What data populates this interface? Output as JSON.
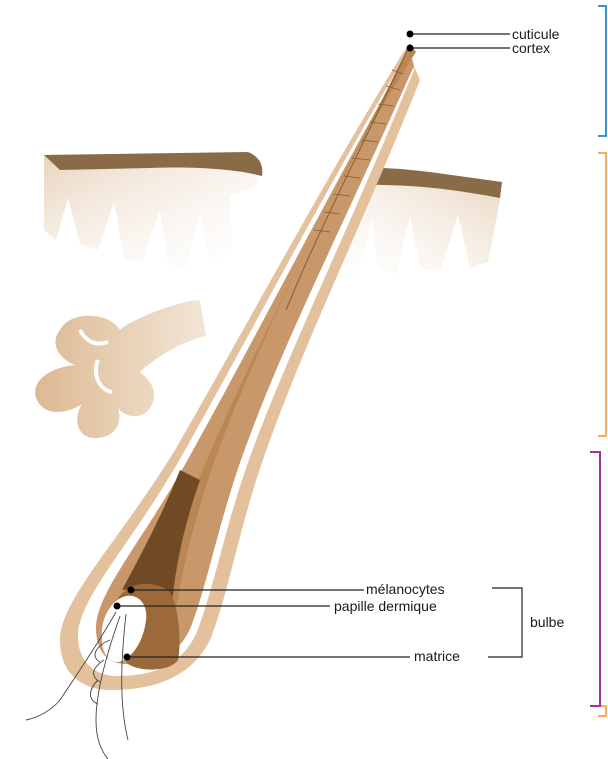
{
  "labels": {
    "cuticle": "cuticule",
    "cortex": "cortex",
    "melanocytes": "mélanocytes",
    "papilla": "papille dermique",
    "matrix": "matrice",
    "bulb": "bulbe"
  },
  "colors": {
    "hair_shaft": "#c49460",
    "hair_dark": "#7a5530",
    "sheath": "#d9b083",
    "skin_light": "#f0e1cf",
    "skin_top": "#8a6b47",
    "gland": "#e0c6a5",
    "blue_bracket": "#3a8fd8",
    "orange_bracket": "#f0b060",
    "purple_bracket": "#a0369e",
    "line": "#222222"
  }
}
